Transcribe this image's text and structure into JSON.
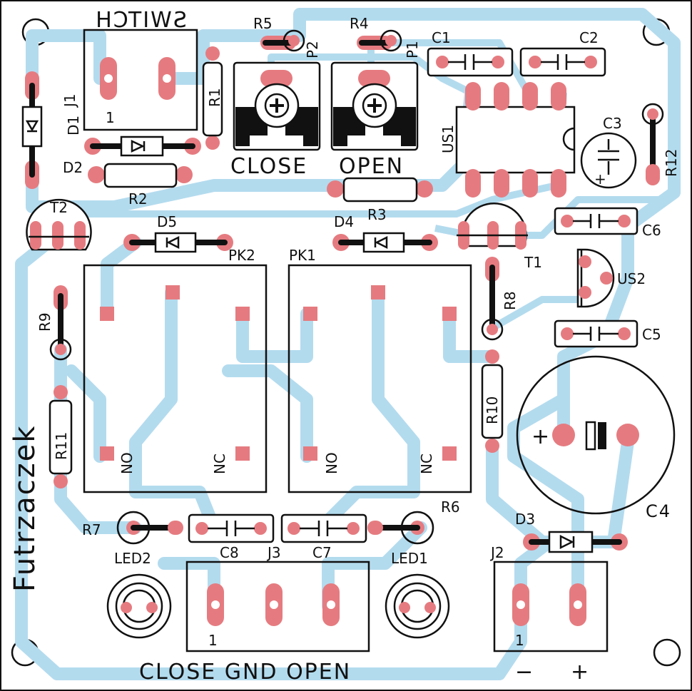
{
  "board": {
    "title": "Futrzaczek",
    "colors": {
      "trace": "#b3dbee",
      "pad": "#e57b80",
      "silk": "#111111"
    },
    "labels": {
      "switch": "SWITCH",
      "j1": "J1",
      "j1_pin": "1",
      "r1": "R1",
      "r2": "R2",
      "r3": "R3",
      "r4": "R4",
      "r5": "R5",
      "r6": "R6",
      "r7": "R7",
      "r8": "R8",
      "r9": "R9",
      "r10": "R10",
      "r11": "R11",
      "r12": "R12",
      "p1": "P1",
      "p2": "P2",
      "c1": "C1",
      "c2": "C2",
      "c3": "C3",
      "c4": "C4",
      "c5": "C5",
      "c6": "C6",
      "c7": "C7",
      "c8": "C8",
      "d1": "D1",
      "d2": "D2",
      "d3": "D3",
      "d4": "D4",
      "d5": "D5",
      "us1": "US1",
      "us2": "US2",
      "t1": "T1",
      "t2": "T2",
      "pk1": "PK1",
      "pk2": "PK2",
      "no": "NO",
      "nc": "NC",
      "led1": "LED1",
      "led2": "LED2",
      "j2": "J2",
      "j2_pin": "1",
      "j3": "J3",
      "j3_pin": "1",
      "c3_plus": "+",
      "c4_plus": "+",
      "close": "CLOSE",
      "open": "OPEN",
      "bottom": "CLOSE GND OPEN",
      "minus": "−",
      "plus": "+"
    }
  }
}
